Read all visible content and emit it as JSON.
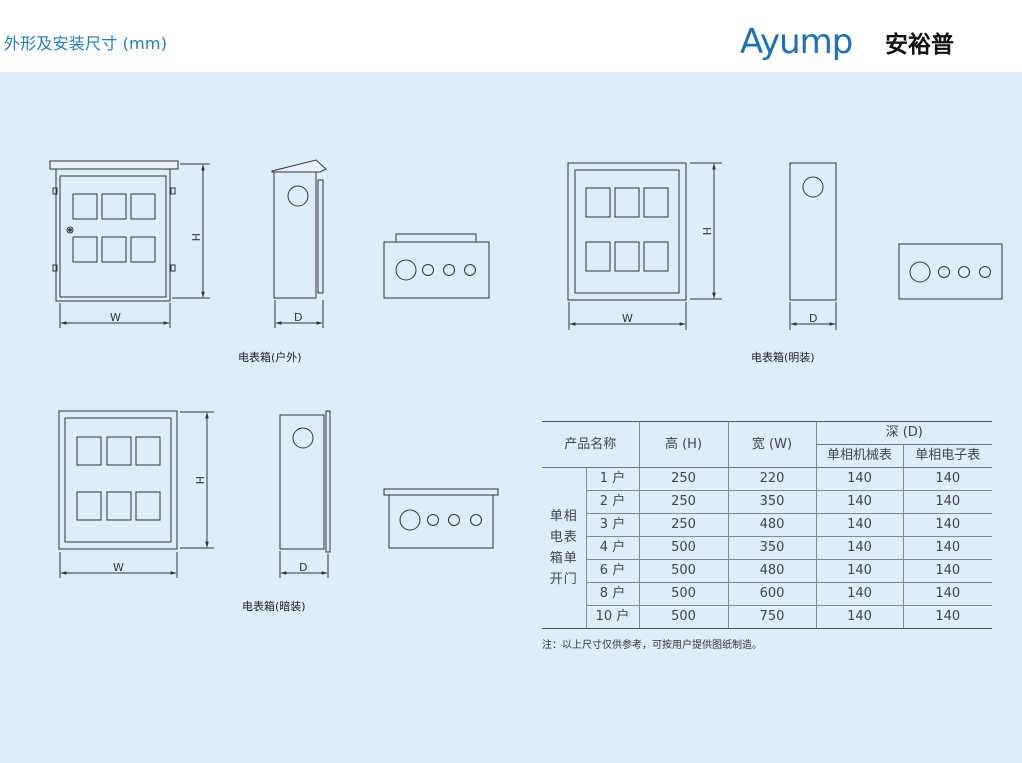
{
  "header": {
    "title": "外形及安装尺寸 (mm)",
    "logo_latin": "Ayump",
    "logo_cjk": "安裕普"
  },
  "colors": {
    "title": "#1a7fc4",
    "logo": "#1b6fc0",
    "panel_background": "#ddeef9",
    "line": "#333333"
  },
  "drawings": {
    "outdoor": {
      "caption": "电表箱(户外)",
      "w_label": "W",
      "h_label": "H",
      "d_label": "D"
    },
    "surface": {
      "caption": "电表箱(明装)",
      "w_label": "W",
      "h_label": "H",
      "d_label": "D"
    },
    "concealed": {
      "caption": "电表箱(暗装)",
      "w_label": "W",
      "h_label": "H",
      "d_label": "D"
    }
  },
  "table": {
    "headers": {
      "name": "产品名称",
      "height": "高 (H)",
      "width": "宽 (W)",
      "depth": "深 (D)",
      "depth_mech": "单相机械表",
      "depth_elec": "单相电子表"
    },
    "group_label": "单相电表箱单开门",
    "rows": [
      {
        "name": "1 户",
        "h": "250",
        "w": "220",
        "d_mech": "140",
        "d_elec": "140"
      },
      {
        "name": "2 户",
        "h": "250",
        "w": "350",
        "d_mech": "140",
        "d_elec": "140"
      },
      {
        "name": "3 户",
        "h": "250",
        "w": "480",
        "d_mech": "140",
        "d_elec": "140"
      },
      {
        "name": "4 户",
        "h": "500",
        "w": "350",
        "d_mech": "140",
        "d_elec": "140"
      },
      {
        "name": "6 户",
        "h": "500",
        "w": "480",
        "d_mech": "140",
        "d_elec": "140"
      },
      {
        "name": "8 户",
        "h": "500",
        "w": "600",
        "d_mech": "140",
        "d_elec": "140"
      },
      {
        "name": "10 户",
        "h": "500",
        "w": "750",
        "d_mech": "140",
        "d_elec": "140"
      }
    ]
  },
  "note": "注：以上尺寸仅供参考，可按用户提供图纸制造。"
}
